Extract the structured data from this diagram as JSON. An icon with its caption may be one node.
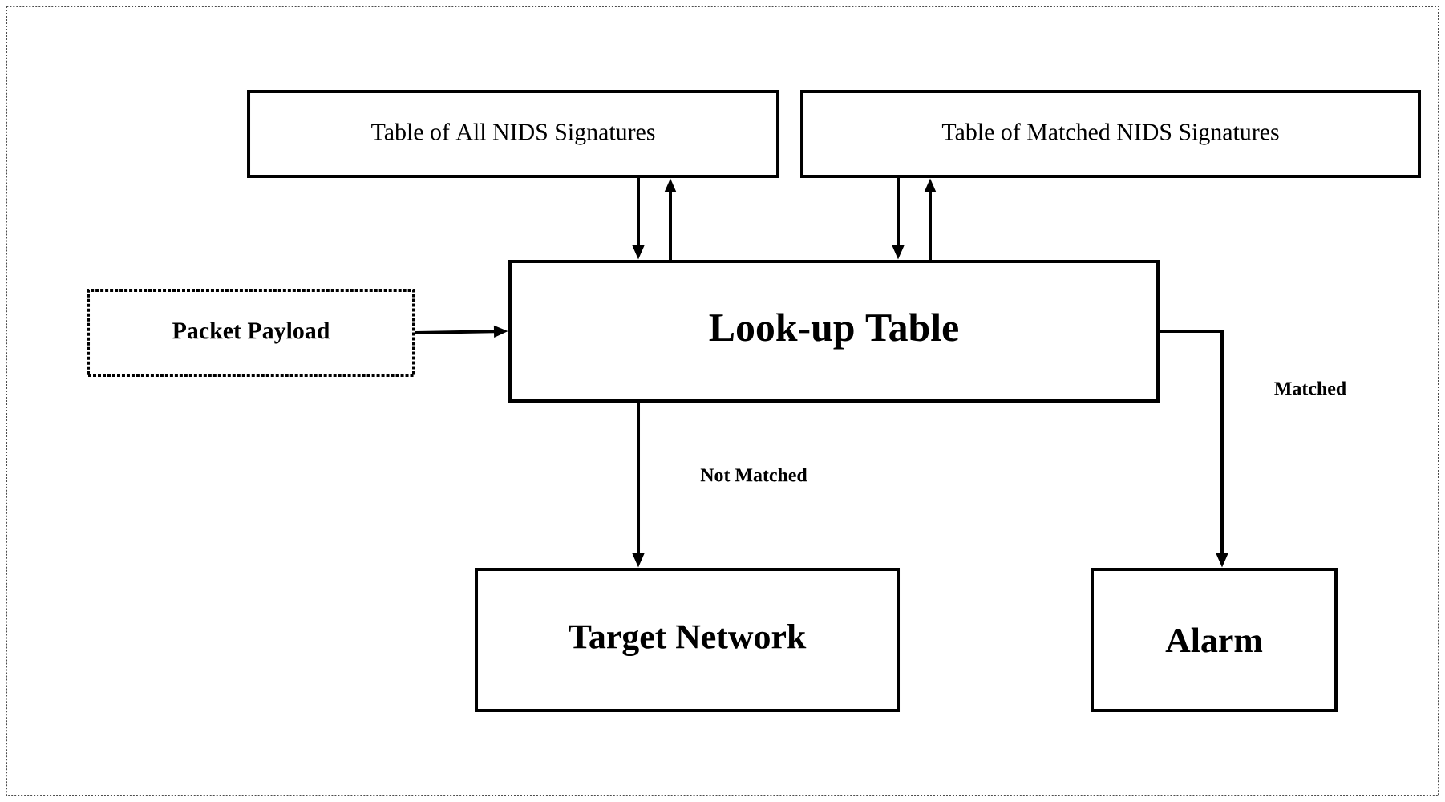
{
  "diagram": {
    "nodes": [
      {
        "text": [
          "Table of All NIDS Signatures"
        ]
      },
      {
        "text": [
          "Table of Matched NIDS Signatures"
        ]
      },
      {
        "text": [
          "Packet Payload"
        ]
      },
      {
        "text": [
          "Look-up Table"
        ]
      },
      {
        "text": [
          "Target Network"
        ]
      },
      {
        "text": [
          "Alarm"
        ]
      }
    ],
    "edges": [
      {
        "from": 0,
        "to": 3,
        "arrow": "to"
      },
      {
        "from": 3,
        "to": 0,
        "arrow": "to"
      },
      {
        "from": 1,
        "to": 3,
        "arrow": "to"
      },
      {
        "from": 3,
        "to": 1,
        "arrow": "to"
      },
      {
        "from": 2,
        "to": 3,
        "arrow": "to"
      },
      {
        "from": 3,
        "to": 4,
        "arrow": "to",
        "label": "Not Matched"
      },
      {
        "from": 3,
        "to": 5,
        "arrow": "to",
        "label": "Matched"
      }
    ]
  }
}
